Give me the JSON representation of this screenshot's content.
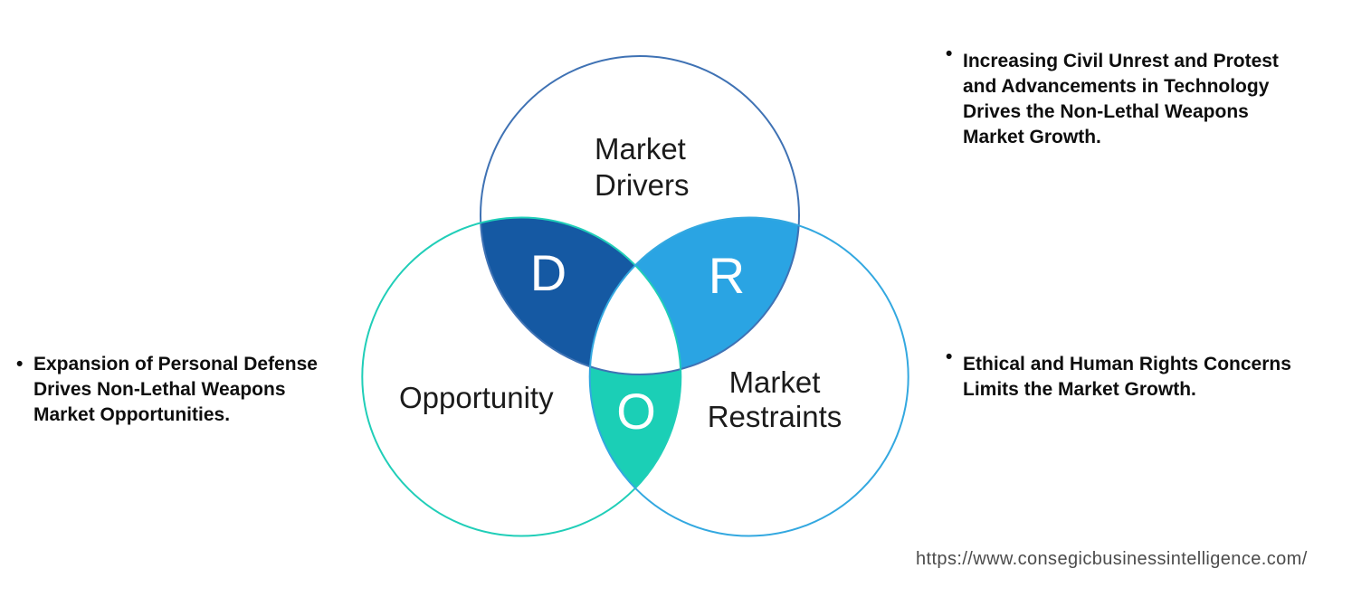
{
  "diagram": {
    "drivers": {
      "label_lines": [
        "Market",
        "Drivers"
      ],
      "letter": "D",
      "fill": "#1559A3",
      "stroke": "#3F72B4"
    },
    "opportunity": {
      "label": "Opportunity",
      "letter": "O",
      "fill": "#1BCFB6",
      "stroke": "#20CEB8"
    },
    "restraints": {
      "label_lines": [
        "Market",
        "Restraints"
      ],
      "letter": "R",
      "fill": "#2AA4E3",
      "stroke": "#33A8E0"
    }
  },
  "annotations": {
    "left": {
      "bullet": "•",
      "lines": [
        "Expansion of Personal Defense",
        "Drives Non-Lethal Weapons",
        "Market Opportunities."
      ]
    },
    "top_right": {
      "bullet": "•",
      "lines": [
        "Increasing Civil Unrest and Protest",
        "and Advancements in Technology",
        "Drives the Non-Lethal Weapons",
        "Market Growth."
      ]
    },
    "mid_right": {
      "bullet": "•",
      "lines": [
        "Ethical and Human Rights Concerns",
        "Limits the Market Growth."
      ]
    }
  },
  "footer": {
    "url": "https://www.consegicbusinessintelligence.com/"
  }
}
